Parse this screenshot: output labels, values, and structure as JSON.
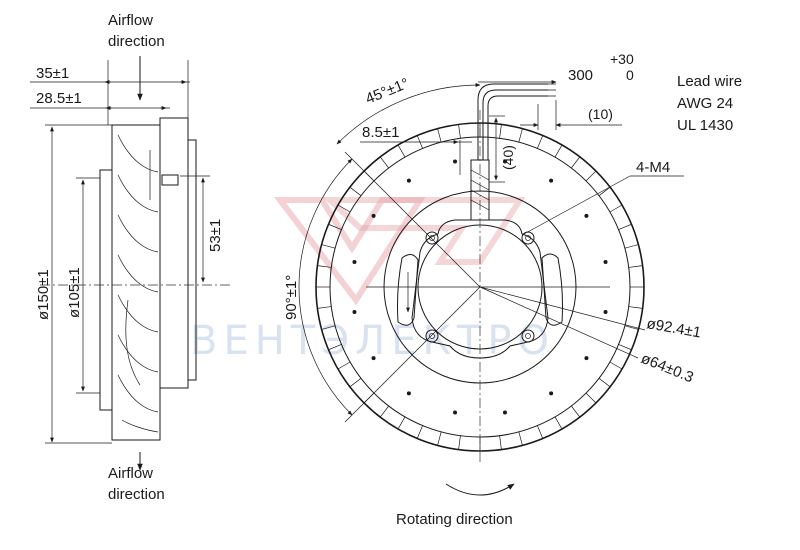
{
  "side_view": {
    "airflow_top": [
      "Airflow",
      "direction"
    ],
    "airflow_bottom": [
      "Airflow",
      "direction"
    ],
    "dim_depth": "35±1",
    "dim_frame": "28.5±1",
    "dim_outer_dia": "ø150±1",
    "dim_inner_dia": "ø105±1",
    "dim_height": "53±1"
  },
  "front_view": {
    "angle_45": "45°±1°",
    "angle_90": "90°±1°",
    "dim_8_5": "8.5±1",
    "dim_40": "(40)",
    "dim_10": "(10)",
    "lead_length": "300",
    "lead_tol_plus": "+30",
    "lead_tol_minus": "0",
    "lead_wire": [
      "Lead wire",
      "AWG 24",
      "UL 1430"
    ],
    "holes": "4-M4",
    "dia_92": "ø92.4±1",
    "dia_64": "ø64±0.3",
    "rotating": "Rotating direction"
  },
  "watermark": "ВЕНТЭЛЕКТРО",
  "colors": {
    "line": "#1a1a1a",
    "watermark_blue": "#b9cce4",
    "watermark_red": "#e7a3ab"
  }
}
